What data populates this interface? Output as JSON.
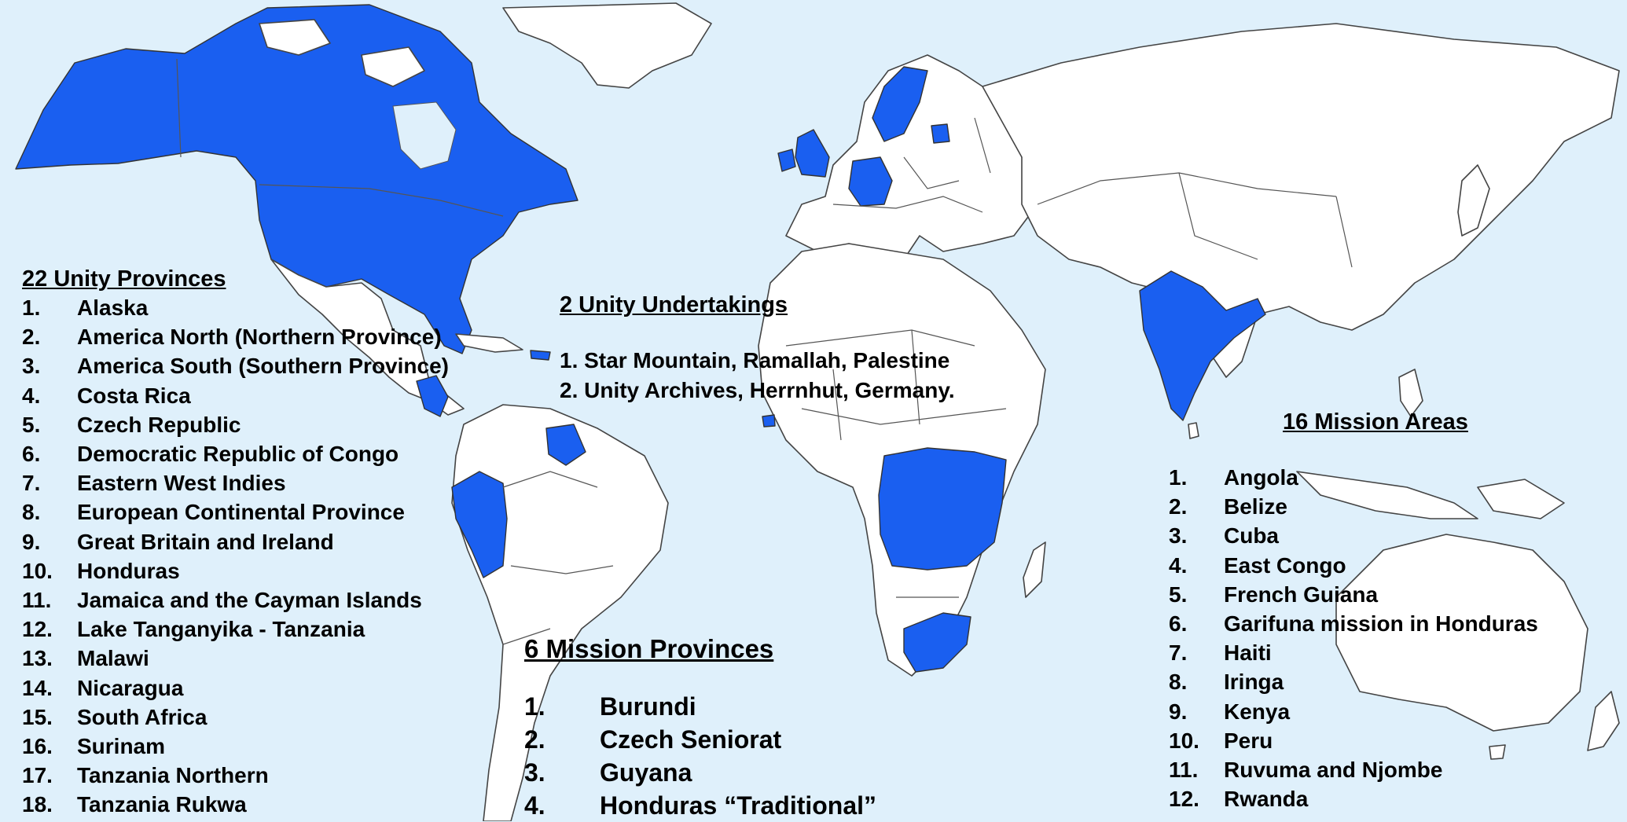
{
  "unity_provinces": {
    "heading": "22 Unity Provinces",
    "items": [
      {
        "num": "1.",
        "label": "Alaska"
      },
      {
        "num": "2.",
        "label": "America North (Northern Province)"
      },
      {
        "num": "3.",
        "label": "America South (Southern Province)"
      },
      {
        "num": "4.",
        "label": "Costa Rica"
      },
      {
        "num": "5.",
        "label": "Czech Republic"
      },
      {
        "num": "6.",
        "label": "Democratic Republic of Congo"
      },
      {
        "num": "7.",
        "label": "Eastern West Indies"
      },
      {
        "num": "8.",
        "label": "European Continental Province"
      },
      {
        "num": "9.",
        "label": "Great Britain and Ireland"
      },
      {
        "num": "10.",
        "label": "Honduras"
      },
      {
        "num": "11.",
        "label": "Jamaica and the Cayman Islands"
      },
      {
        "num": "12.",
        "label": "Lake Tanganyika - Tanzania"
      },
      {
        "num": "13.",
        "label": "Malawi"
      },
      {
        "num": "14.",
        "label": "Nicaragua"
      },
      {
        "num": "15.",
        "label": "South Africa"
      },
      {
        "num": "16.",
        "label": "Surinam"
      },
      {
        "num": "17.",
        "label": "Tanzania Northern"
      },
      {
        "num": "18.",
        "label": "Tanzania Rukwa"
      }
    ]
  },
  "unity_undertakings": {
    "heading": "2 Unity Undertakings",
    "items": [
      {
        "label": "1. Star Mountain, Ramallah, Palestine"
      },
      {
        "label": "2. Unity Archives, Herrnhut, Germany."
      }
    ]
  },
  "mission_provinces": {
    "heading": "6 Mission Provinces",
    "items": [
      {
        "num": "1.",
        "label": "Burundi"
      },
      {
        "num": "2.",
        "label": "Czech Seniorat"
      },
      {
        "num": "3.",
        "label": "Guyana"
      },
      {
        "num": "4.",
        "label": "Honduras “Traditional”"
      }
    ]
  },
  "mission_areas": {
    "heading": "16 Mission Areas",
    "items": [
      {
        "num": "1.",
        "label": "Angola"
      },
      {
        "num": "2.",
        "label": "Belize"
      },
      {
        "num": "3.",
        "label": "Cuba"
      },
      {
        "num": "4.",
        "label": "East Congo"
      },
      {
        "num": "5.",
        "label": "French Guiana"
      },
      {
        "num": "6.",
        "label": "Garifuna mission in Honduras"
      },
      {
        "num": "7.",
        "label": "Haiti"
      },
      {
        "num": "8.",
        "label": "Iringa"
      },
      {
        "num": "9.",
        "label": "Kenya"
      },
      {
        "num": "10.",
        "label": "Peru"
      },
      {
        "num": "11.",
        "label": "Ruvuma and Njombe"
      },
      {
        "num": "12.",
        "label": "Rwanda"
      }
    ]
  },
  "colors": {
    "ocean": "#dff0fb",
    "land": "#ffffff",
    "highlight": "#1a5ff0"
  }
}
